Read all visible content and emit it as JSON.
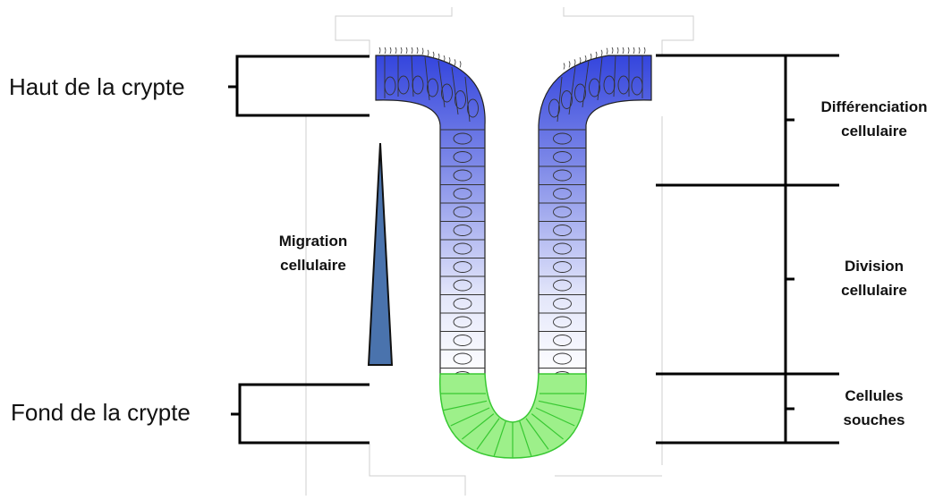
{
  "diagram": {
    "left_labels": {
      "top": "Haut de la crypte",
      "bottom": "Fond de la crypte"
    },
    "migration": {
      "line1": "Migration",
      "line2": "cellulaire",
      "arrow_color": "#4a73ad"
    },
    "zones": [
      {
        "line1": "Différenciation",
        "line2": "cellulaire"
      },
      {
        "line1": "Division",
        "line2": "cellulaire"
      },
      {
        "line1": "Cellules",
        "line2": "souches"
      }
    ],
    "colors": {
      "differentiated": "#3344dd",
      "dividing": "#ffffff",
      "stem": "#6ee85a",
      "bracket": "#000000"
    }
  }
}
